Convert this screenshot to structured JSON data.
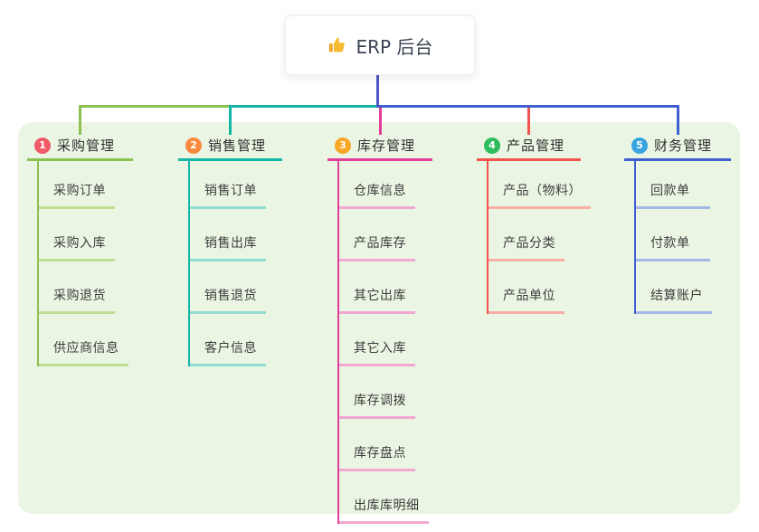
{
  "canvas": {
    "background": "#ffffff",
    "panel_color": "#eaf6e3"
  },
  "root": {
    "label": "ERP 后台",
    "icon": "thumbs-up-icon",
    "icon_color": "#f7bb2f",
    "connector_color": "#4a57c5"
  },
  "branches": [
    {
      "index": "1",
      "label": "采购管理",
      "badge_color": "#f15b68",
      "line_color": "#8cc152",
      "child_line_color": "#c0dd94",
      "children": [
        "采购订单",
        "采购入库",
        "采购退货",
        "供应商信息"
      ]
    },
    {
      "index": "2",
      "label": "销售管理",
      "badge_color": "#f8893c",
      "line_color": "#12b5a6",
      "child_line_color": "#93dcd1",
      "children": [
        "销售订单",
        "销售出库",
        "销售退货",
        "客户信息"
      ]
    },
    {
      "index": "3",
      "label": "库存管理",
      "badge_color": "#f6a623",
      "line_color": "#e23f9b",
      "child_line_color": "#f2a8d2",
      "children": [
        "仓库信息",
        "产品库存",
        "其它出库",
        "其它入库",
        "库存调拨",
        "库存盘点",
        "出库库明细"
      ]
    },
    {
      "index": "4",
      "label": "产品管理",
      "badge_color": "#2ebd5e",
      "line_color": "#f4534e",
      "child_line_color": "#f9aea6",
      "children": [
        "产品（物料）",
        "产品分类",
        "产品单位"
      ]
    },
    {
      "index": "5",
      "label": "财务管理",
      "badge_color": "#37a4df",
      "line_color": "#3f5fd0",
      "child_line_color": "#a3b8e6",
      "children": [
        "回款单",
        "付款单",
        "结算账户"
      ]
    }
  ]
}
